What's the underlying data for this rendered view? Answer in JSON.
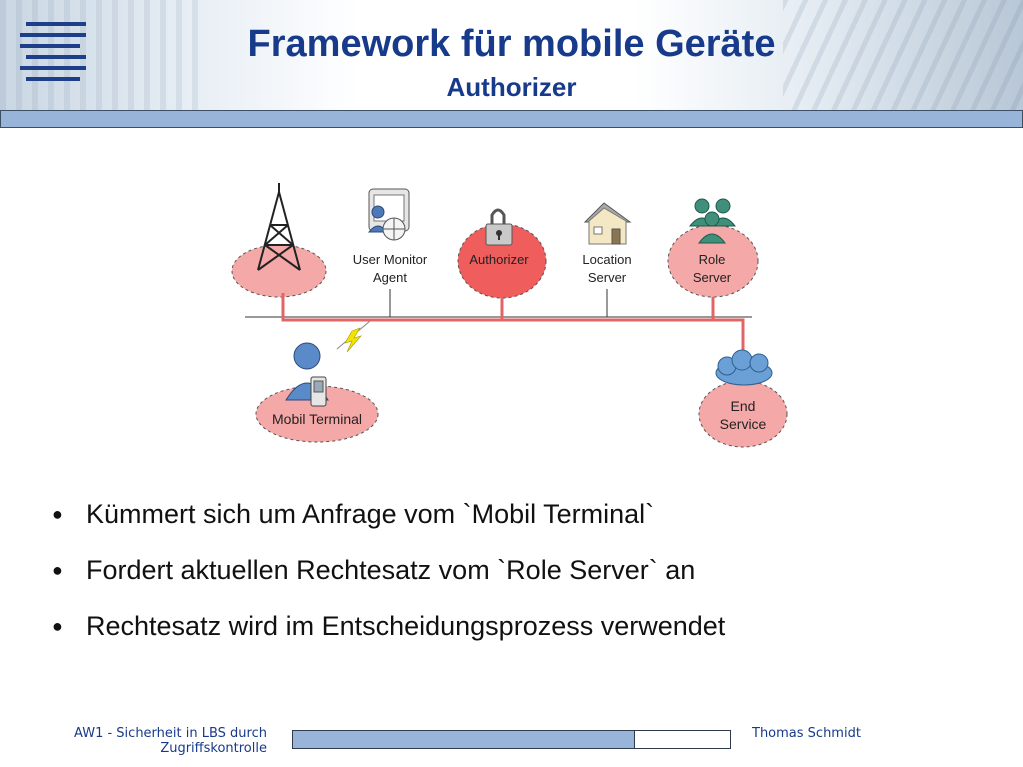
{
  "header": {
    "title": "Framework für mobile Geräte",
    "subtitle": "Authorizer"
  },
  "diagram": {
    "nodes": {
      "user_monitor_agent": [
        "User Monitor",
        "Agent"
      ],
      "authorizer": "Authorizer",
      "location_server": [
        "Location",
        "Server"
      ],
      "role_server": [
        "Role",
        "Server"
      ],
      "mobil_terminal": "Mobil Terminal",
      "end_service": [
        "End",
        "Service"
      ]
    },
    "colors": {
      "node_fill": "#f5a8a8",
      "authorizer_fill": "#ef5d5d",
      "network_line": "#e06666"
    }
  },
  "bullets": [
    "Kümmert sich um Anfrage vom `Mobil Terminal`",
    "Fordert aktuellen Rechtesatz vom `Role Server` an",
    "Rechtesatz wird im Entscheidungsprozess verwendet"
  ],
  "footer": {
    "left_line1": "AW1 - Sicherheit in LBS durch",
    "left_line2": "Zugriffskontrolle",
    "right": "Thomas Schmidt",
    "progress": 0.78
  }
}
